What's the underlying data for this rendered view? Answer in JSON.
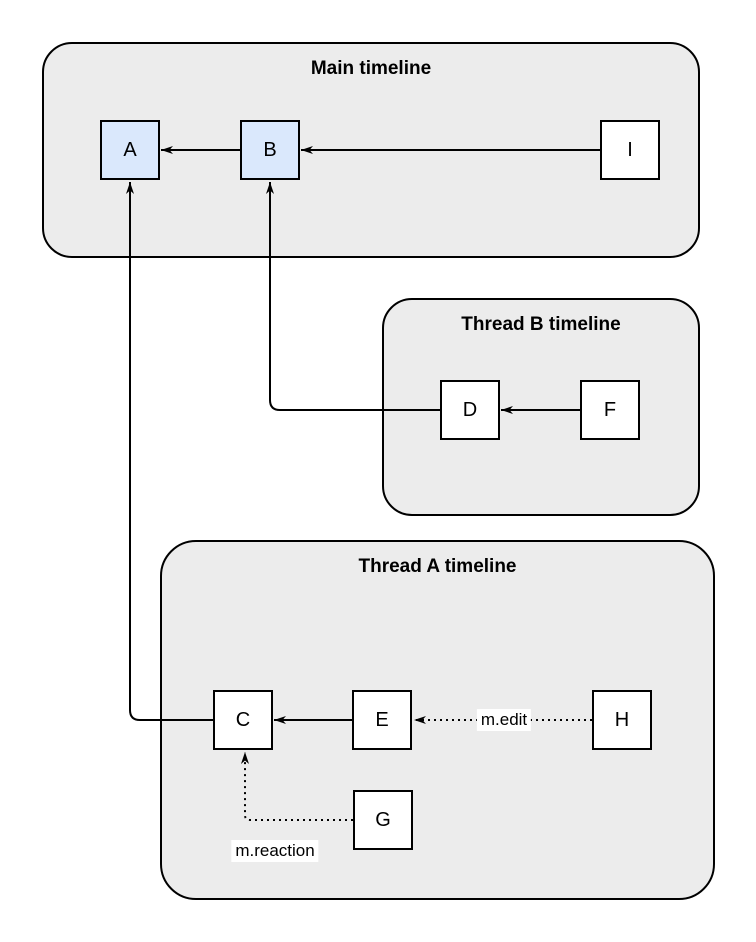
{
  "containers": {
    "main": {
      "title": "Main timeline"
    },
    "thread_b": {
      "title": "Thread B timeline"
    },
    "thread_a": {
      "title": "Thread A timeline"
    }
  },
  "nodes": {
    "a": {
      "label": "A",
      "container": "main",
      "highlighted": true
    },
    "b": {
      "label": "B",
      "container": "main",
      "highlighted": true
    },
    "i": {
      "label": "I",
      "container": "main",
      "highlighted": false
    },
    "d": {
      "label": "D",
      "container": "thread_b",
      "highlighted": false
    },
    "f": {
      "label": "F",
      "container": "thread_b",
      "highlighted": false
    },
    "c": {
      "label": "C",
      "container": "thread_a",
      "highlighted": false
    },
    "e": {
      "label": "E",
      "container": "thread_a",
      "highlighted": false
    },
    "h": {
      "label": "H",
      "container": "thread_a",
      "highlighted": false
    },
    "g": {
      "label": "G",
      "container": "thread_a",
      "highlighted": false
    }
  },
  "edges": {
    "b_to_a": {
      "from": "B",
      "to": "A",
      "style": "solid",
      "label": ""
    },
    "i_to_b": {
      "from": "I",
      "to": "B",
      "style": "solid",
      "label": ""
    },
    "f_to_d": {
      "from": "F",
      "to": "D",
      "style": "solid",
      "label": ""
    },
    "e_to_c": {
      "from": "E",
      "to": "C",
      "style": "solid",
      "label": ""
    },
    "c_to_a": {
      "from": "C",
      "to": "A",
      "style": "solid",
      "label": ""
    },
    "d_to_b": {
      "from": "D",
      "to": "B",
      "style": "solid",
      "label": ""
    },
    "h_to_e": {
      "from": "H",
      "to": "E",
      "style": "dotted",
      "label": "m.edit"
    },
    "g_to_c": {
      "from": "G",
      "to": "C",
      "style": "dotted",
      "label": "m.reaction"
    }
  },
  "colors": {
    "page_bg": "#ffffff",
    "container_fill": "#ececec",
    "container_border": "#000000",
    "node_fill": "#ffffff",
    "node_highlight_fill": "#dae8fc",
    "node_border": "#000000",
    "edge": "#000000",
    "edge_label_bg": "#ffffff",
    "text": "#000000"
  }
}
